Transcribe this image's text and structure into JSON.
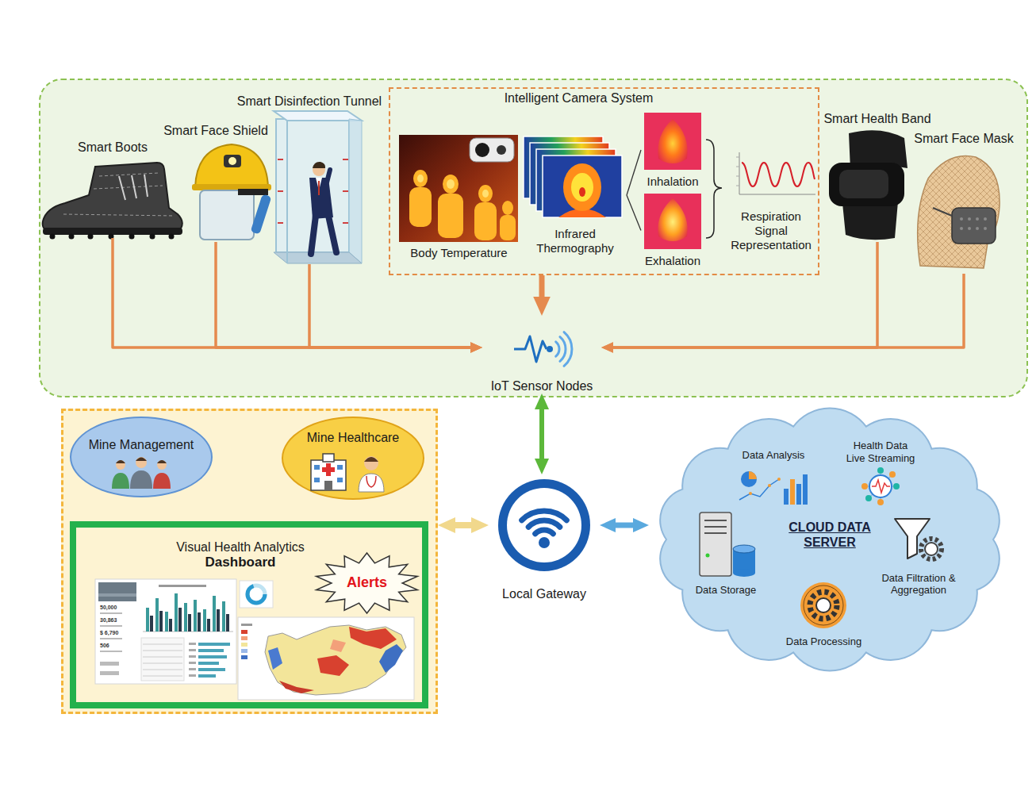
{
  "diagram": {
    "nodes": [
      {
        "text": [
          "Smart Boots"
        ]
      },
      {
        "text": [
          "Smart Face Shield"
        ]
      },
      {
        "text": [
          "Smart Disinfection Tunnel"
        ]
      },
      {
        "text": [
          "Intelligent Camera System"
        ]
      },
      {
        "text": [
          "Body Temperature"
        ],
        "in": 3
      },
      {
        "text": [
          "Infrared Thermography"
        ],
        "in": 3
      },
      {
        "text": [
          "Inhalation"
        ],
        "in": 3
      },
      {
        "text": [
          "Exhalation"
        ],
        "in": 3
      },
      {
        "text": [
          "Respiration Signal Representation"
        ],
        "in": 3
      },
      {
        "text": [
          "Smart Health Band"
        ]
      },
      {
        "text": [
          "Smart Face Mask"
        ]
      },
      {
        "text": [
          "IoT Sensor Nodes"
        ]
      },
      {
        "text": []
      },
      {
        "text": [
          "Mine Management"
        ],
        "in": 12
      },
      {
        "text": [
          "Mine Healthcare"
        ],
        "in": 12
      },
      {
        "text": [
          "Visual Health Analytics",
          "Dashboard"
        ],
        "in": 12
      },
      {
        "text": [
          "Alerts"
        ],
        "in": 15
      },
      {
        "text": [
          "Local Gateway"
        ]
      },
      {
        "text": [
          "CLOUD DATA SERVER"
        ]
      },
      {
        "text": [
          "Data Analysis"
        ],
        "in": 18
      },
      {
        "text": [
          "Health Data Live Streaming"
        ],
        "in": 18
      },
      {
        "text": [
          "Data Storage"
        ],
        "in": 18
      },
      {
        "text": [
          "Data Filtration & Aggregation"
        ],
        "in": 18
      },
      {
        "text": [
          "Data Processing"
        ],
        "in": 18
      }
    ],
    "edges": [
      {
        "from": 0,
        "to": 11,
        "arrow": "to"
      },
      {
        "from": 1,
        "to": 11,
        "arrow": "to"
      },
      {
        "from": 2,
        "to": 11,
        "arrow": "to"
      },
      {
        "from": 3,
        "to": 11,
        "arrow": "to"
      },
      {
        "from": 9,
        "to": 11,
        "arrow": "to"
      },
      {
        "from": 10,
        "to": 11,
        "arrow": "to"
      },
      {
        "from": 5,
        "to": 6,
        "arrow": "none"
      },
      {
        "from": 5,
        "to": 7,
        "arrow": "none"
      },
      {
        "from": 11,
        "to": 17,
        "arrow": "both"
      },
      {
        "from": 17,
        "to": 12,
        "arrow": "both"
      },
      {
        "from": 17,
        "to": 18,
        "arrow": "both"
      }
    ],
    "labels": [
      "50,000",
      "30,863",
      "$ 6,790",
      "506"
    ]
  }
}
